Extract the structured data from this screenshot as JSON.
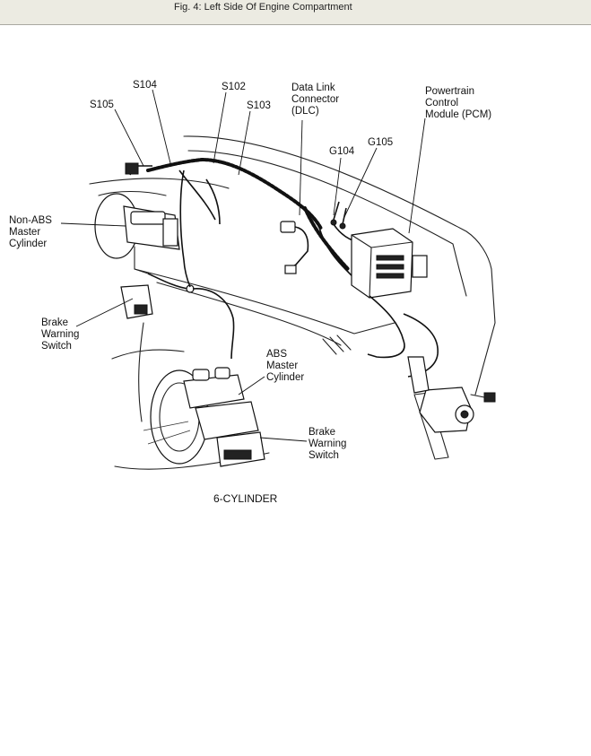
{
  "caption": "Fig. 4: Left Side Of Engine Compartment",
  "labels": {
    "s104": "S104",
    "s105": "S105",
    "s102": "S102",
    "s103": "S103",
    "dlc_1": "Data Link",
    "dlc_2": "Connector",
    "dlc_3": "(DLC)",
    "pcm_1": "Powertrain",
    "pcm_2": "Control",
    "pcm_3": "Module (PCM)",
    "g104": "G104",
    "g105": "G105",
    "nonabs_1": "Non-ABS",
    "nonabs_2": "Master",
    "nonabs_3": "Cylinder",
    "bws1_1": "Brake",
    "bws1_2": "Warning",
    "bws1_3": "Switch",
    "abs_1": "ABS",
    "abs_2": "Master",
    "abs_3": "Cylinder",
    "bws2_1": "Brake",
    "bws2_2": "Warning",
    "bws2_3": "Switch",
    "footer": "6-CYLINDER"
  }
}
